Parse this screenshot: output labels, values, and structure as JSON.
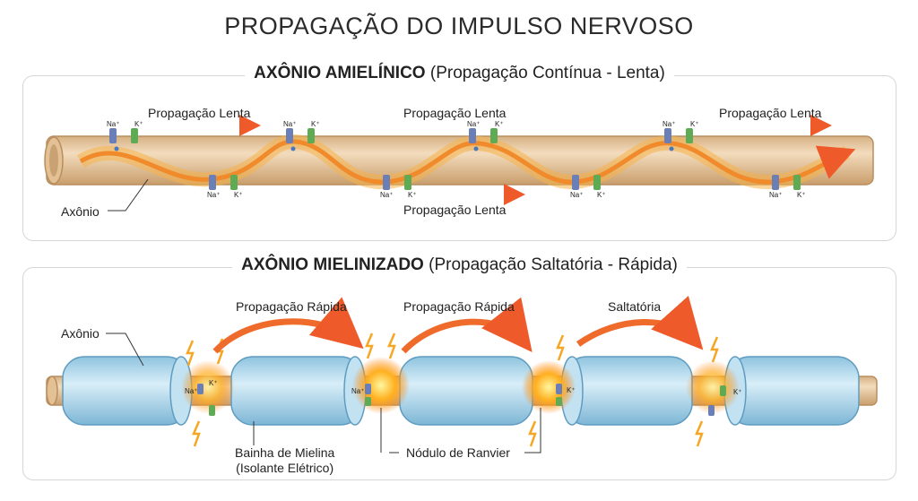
{
  "title": "PROPAGAÇÃO DO IMPULSO NERVOSO",
  "top_panel": {
    "heading_bold": "AXÔNIO AMIELÍNICO",
    "heading_rest": "(Propagação Contínua - Lenta)",
    "propagation_label": "Propagação Lenta",
    "axon_label": "Axônio",
    "na_label": "Na⁺",
    "k_label": "K⁺"
  },
  "bottom_panel": {
    "heading_bold": "AXÔNIO MIELINIZADO",
    "heading_rest": "(Propagação Saltatória - Rápida)",
    "fast_label": "Propagação Rápida",
    "saltatory_label": "Saltatória",
    "axon_label": "Axônio",
    "myelin_label_line1": "Bainha de Mielina",
    "myelin_label_line2": "(Isolante Elétrico)",
    "node_label": "Nódulo de Ranvier",
    "na_label": "Na⁺",
    "k_label": "K⁺"
  },
  "colors": {
    "axon": "#e9c9a0",
    "axon_edge": "#b98e5e",
    "myelin": "#a8d4ea",
    "wave": "#f08a2a",
    "arrow": "#ef6b2c",
    "na_channel": "#6a7fb8",
    "k_channel": "#5faa55"
  }
}
